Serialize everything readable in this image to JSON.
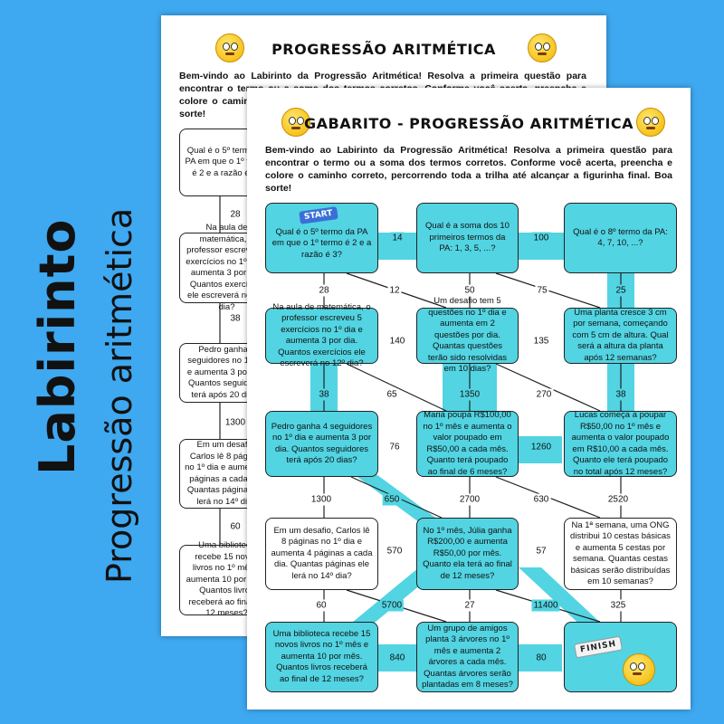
{
  "side_title": {
    "main": "Labirinto",
    "sub": "Progressão aritmética"
  },
  "back_sheet": {
    "title": "PROGRESSÃO ARITMÉTICA",
    "intro": "Bem-vindo ao Labirinto da Progressão Aritmética! Resolva a primeira questão para encontrar o termo ou a soma dos termos corretos. Conforme você acerta, preencha e colore o caminho correto, percorrendo toda a trilha até alcançar a figurinha final. Boa sorte!",
    "boxes": [
      "Qual é o 5º termo da PA em que o 1º termo é 2 e a razão é 3?",
      "Na aula de matemática, o professor escreveu 5 exercícios no 1º dia e aumenta 3 por dia. Quantos exercícios ele escreverá no 12º dia?",
      "Pedro ganha 4 seguidores no 1º dia e aumenta 3 por dia. Quantos seguidores terá após 20 dias?",
      "Em um desafio, Carlos lê 8 páginas no 1º dia e aumenta 4 páginas a cada dia. Quantas páginas ele lerá no 14º dia?",
      "Uma biblioteca recebe 15 novos livros no 1º mês e aumenta 10 por mês. Quantos livros receberá ao final de 12 meses?"
    ],
    "labels": [
      "28",
      "38",
      "1300",
      "60"
    ]
  },
  "front_sheet": {
    "title": "GABARITO - PROGRESSÃO ARITMÉTICA",
    "intro": "Bem-vindo ao Labirinto da Progressão Aritmética! Resolva a primeira questão para encontrar o termo ou a soma dos termos corretos. Conforme você acerta, preencha e colore o caminho correto, percorrendo toda a trilha até alcançar a figurinha final. Boa sorte!",
    "start_tag": "START",
    "finish_tag": "FINISH",
    "boxes": {
      "r1c1": "Qual é o 5º termo da PA em que o 1º termo é 2 e a razão é 3?",
      "r1c2": "Qual é a soma dos 10 primeiros termos da PA: 1, 3, 5, ...?",
      "r1c3": "Qual é o 8º termo da PA: 4, 7, 10, ...?",
      "r2c1": "Na aula de matemática, o professor escreveu 5 exercícios no 1º dia e aumenta 3 por dia. Quantos exercícios ele escreverá no 12º dia?",
      "r2c2": "Um desafio tem 5 questões no 1º dia e aumenta em 2 questões por dia. Quantas questões terão sido resolvidas em 10 dias?",
      "r2c3": "Uma planta cresce 3 cm por semana, começando com 5 cm de altura. Qual será a altura da planta após 12 semanas?",
      "r3c1": "Pedro ganha 4 seguidores no 1º dia e aumenta 3 por dia. Quantos seguidores terá após 20 dias?",
      "r3c2": "Maria poupa R$100,00 no 1º mês e aumenta o valor poupado em R$50,00 a cada mês. Quanto terá poupado ao final de 6 meses?",
      "r3c3": "Lucas começa a poupar R$50,00 no 1º mês e aumenta o valor poupado em R$10,00 a cada mês. Quanto ele terá poupado no total após 12 meses?",
      "r4c1": "Em um desafio, Carlos lê 8 páginas no 1º dia e aumenta 4 páginas a cada dia. Quantas páginas ele lerá no 14º dia?",
      "r4c2": "No 1º mês, Júlia ganha R$200,00 e aumenta R$50,00 por mês. Quanto ela terá ao final de 12 meses?",
      "r4c3": "Na 1ª semana, uma ONG distribui 10 cestas básicas e aumenta 5 cestas por semana. Quantas cestas básicas serão distribuídas em 10 semanas?",
      "r5c1": "Uma biblioteca recebe 15 novos livros no 1º mês e aumenta 10 por mês. Quantos livros receberá ao final de 12 meses?",
      "r5c2": "Um grupo de amigos planta 3 árvores no 1º mês e aumenta 2 árvores a cada mês. Quantas árvores serão plantadas em 8 meses?"
    },
    "labels": {
      "h11": "14",
      "h12": "100",
      "v11": "28",
      "d11a": "12",
      "v12": "50",
      "d12": "75",
      "v13": "25",
      "h21": "140",
      "h22": "135",
      "v21": "38",
      "d21": "65",
      "v22": "1350",
      "d22": "270",
      "v23": "38",
      "h31": "76",
      "h32": "1260",
      "v31": "1300",
      "d31": "650",
      "v32": "2700",
      "d32": "630",
      "v33": "2520",
      "h41": "570",
      "h42": "57",
      "v41": "60",
      "d41": "5700",
      "v42": "27",
      "d42": "11400",
      "v43": "325",
      "h51": "840",
      "h52": "80"
    }
  }
}
